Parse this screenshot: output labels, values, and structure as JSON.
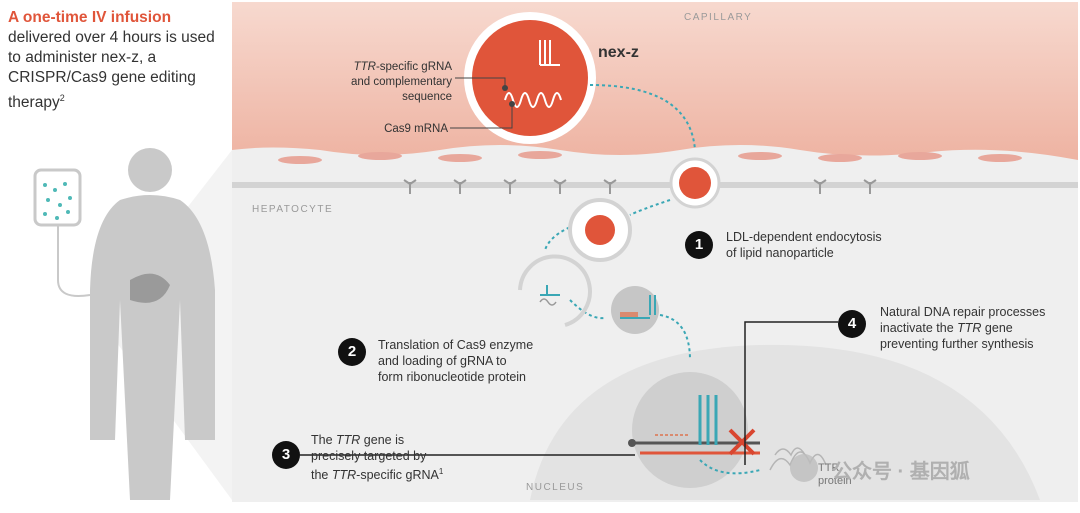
{
  "intro": {
    "line1": "A one-time IV infusion",
    "line2": "delivered over 4 hours is used",
    "line3": "to administer nex-z, a",
    "line4": "CRISPR/Cas9 gene editing",
    "line5": "therapy",
    "sup": "2"
  },
  "regions": {
    "capillary": "CAPILLARY",
    "hepatocyte": "HEPATOCYTE",
    "nucleus": "NUCLEUS"
  },
  "particle": {
    "name": "nex-z",
    "grna_label_1a": "TTR",
    "grna_label_1b": "-specific gRNA",
    "grna_label_2": "and complementary",
    "grna_label_3": "sequence",
    "cas9_label": "Cas9 mRNA"
  },
  "steps": [
    {
      "num": "1",
      "line1": "LDL-dependent endocytosis",
      "line2": "of lipid nanoparticle"
    },
    {
      "num": "2",
      "line1": "Translation of Cas9 enzyme",
      "line2": "and loading of gRNA to",
      "line3": "form ribonucleotide protein"
    },
    {
      "num": "3",
      "line1a": "The ",
      "line1b": "TTR",
      "line1c": " gene is",
      "line2": "precisely targeted by",
      "line3a": "the ",
      "line3b": "TTR",
      "line3c": "-specific gRNA",
      "sup": "1"
    },
    {
      "num": "4",
      "line1": "Natural DNA repair processes",
      "line2a": "inactivate the ",
      "line2b": "TTR",
      "line2c": " gene",
      "line3": "preventing further synthesis"
    }
  ],
  "protein_label": {
    "line1": "TTR",
    "line2": "protein"
  },
  "watermark": "公众号 · 基因狐",
  "colors": {
    "accent": "#e0553a",
    "teal": "#3aa7b5",
    "step_badge": "#111111"
  }
}
